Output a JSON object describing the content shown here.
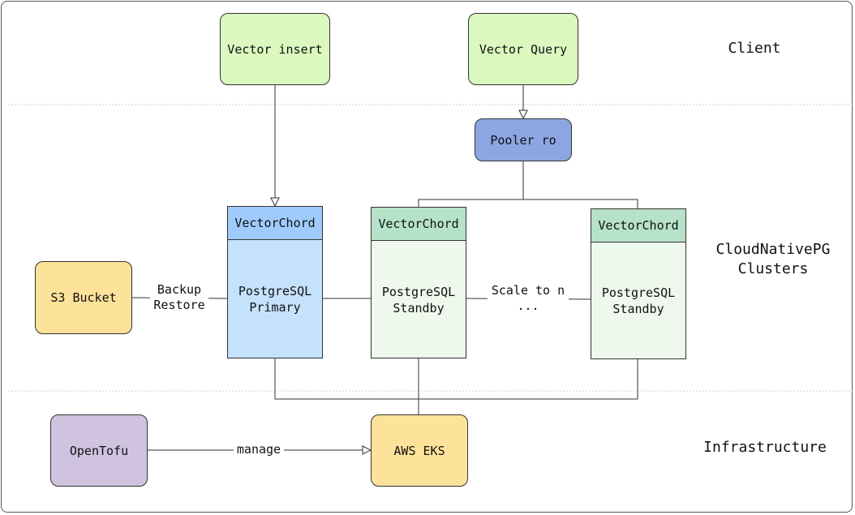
{
  "client": {
    "insert": "Vector insert",
    "query": "Vector Query"
  },
  "pooler": "Pooler ro",
  "s3": "S3 Bucket",
  "backup": {
    "line1": "Backup",
    "line2": "Restore"
  },
  "primary": {
    "header": "VectorChord",
    "line1": "PostgreSQL",
    "line2": "Primary"
  },
  "standby1": {
    "header": "VectorChord",
    "line1": "PostgreSQL",
    "line2": "Standby"
  },
  "standby2": {
    "header": "VectorChord",
    "line1": "PostgreSQL",
    "line2": "Standby"
  },
  "scale": {
    "line1": "Scale to n",
    "line2": "..."
  },
  "tiers": {
    "client": "Client",
    "cluster_line1": "CloudNativePG",
    "cluster_line2": "Clusters",
    "infra": "Infrastructure"
  },
  "infra": {
    "tofu": "OpenTofu",
    "manage": "manage",
    "eks": "AWS EKS"
  },
  "colors": {
    "client": "#dbf8bf",
    "pooler": "#8ca5e3",
    "storage": "#fde29a",
    "tofu": "#cfc3df",
    "primary_head": "#9ecbfb",
    "primary_body": "#c5e2fc",
    "standby_head": "#b5e2c8",
    "standby_body": "#eff8ec"
  }
}
